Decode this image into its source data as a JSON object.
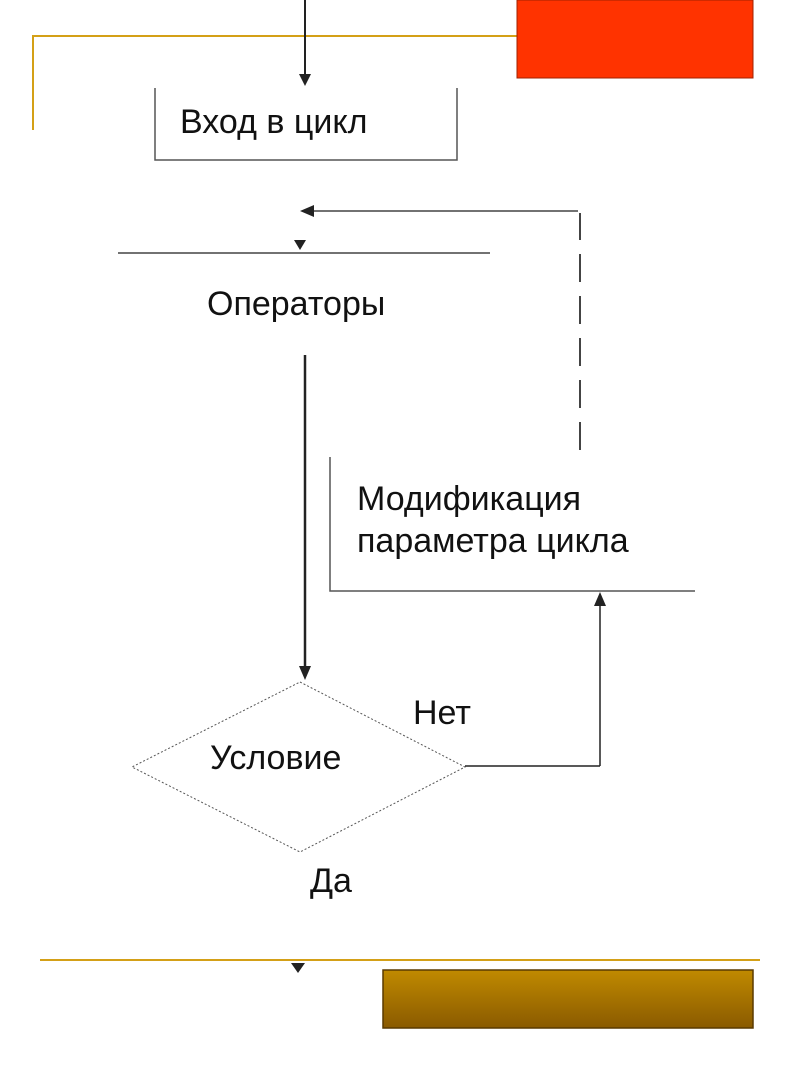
{
  "diagram": {
    "entry_label": "Вход в цикл",
    "operators_label": "Операторы",
    "modification_label_line1": "Модификация",
    "modification_label_line2": "параметра цикла",
    "condition_label": "Условие",
    "no_label": "Нет",
    "yes_label": "Да"
  },
  "colors": {
    "accent_line": "#d4a017",
    "red_block": "#ff3300",
    "gold_block_top": "#c08a00",
    "gold_block_bottom": "#8a5a00",
    "stroke": "#333333"
  }
}
